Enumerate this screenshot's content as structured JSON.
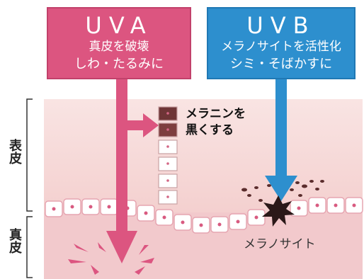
{
  "uva": {
    "title": "UVA",
    "line1": "真皮を破壊",
    "line2": "しわ・たるみに"
  },
  "uvb": {
    "title": "UVB",
    "line1": "メラノサイトを活性化",
    "line2": "シミ・そばかすに"
  },
  "layers": {
    "epidermis": "表皮",
    "dermis": "真皮"
  },
  "annotations": {
    "darken_line1": "メラニンを",
    "darken_line2": "黒くする",
    "melanocyte": "メラノサイト"
  },
  "colors": {
    "uva": "#dc5580",
    "uvb": "#2d8fce",
    "skin": "#f6d6d5",
    "dermis": "#f2c8cb",
    "cell_border": "#e7a6b2",
    "melanin": "#7a3a3a"
  }
}
